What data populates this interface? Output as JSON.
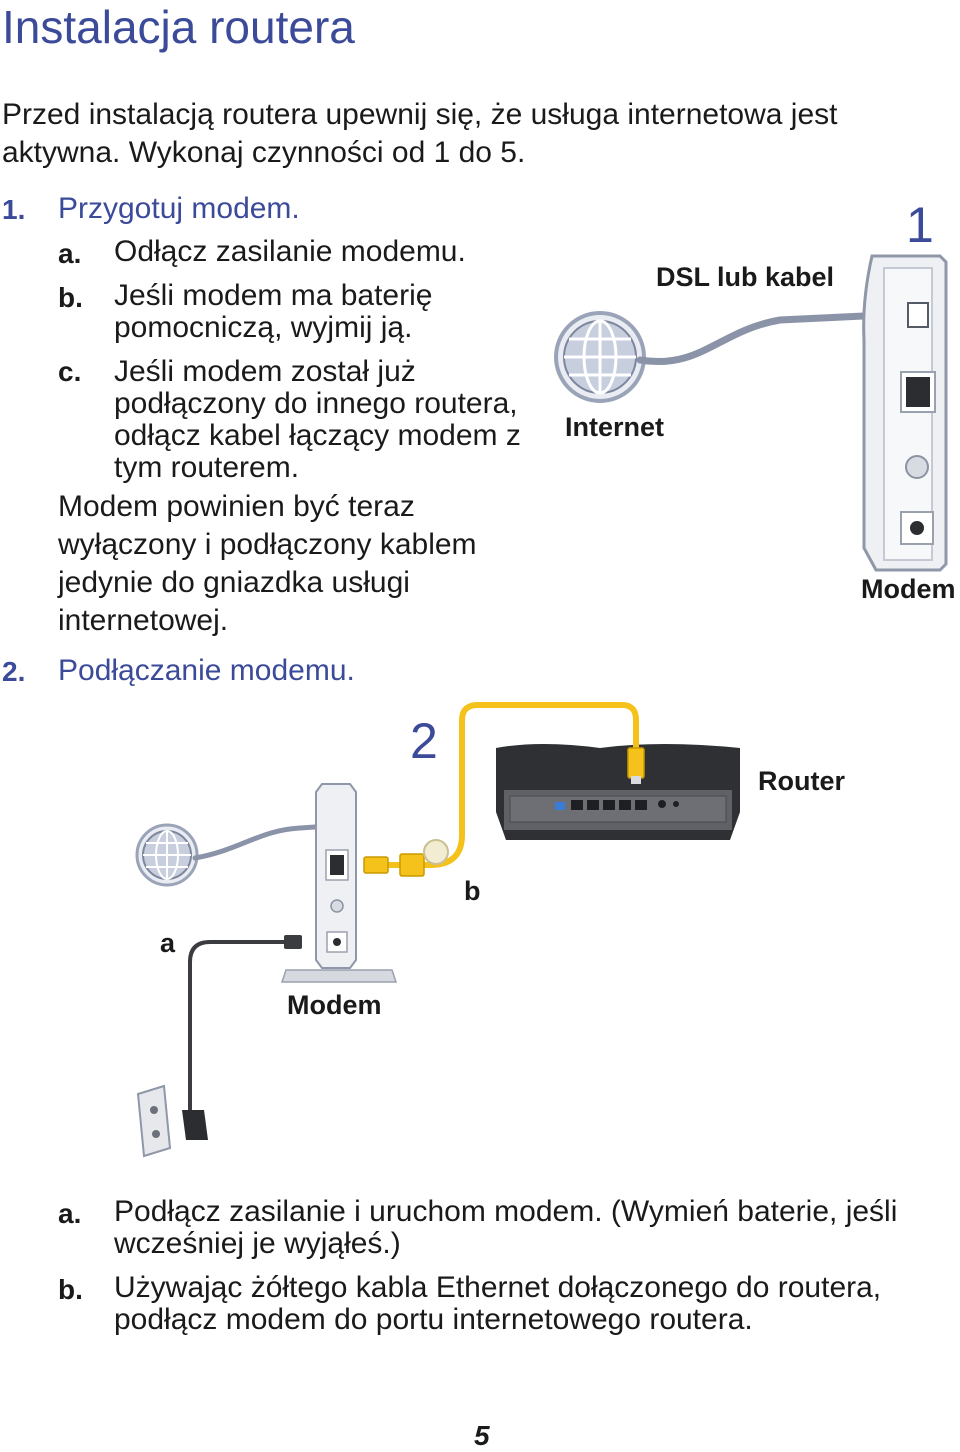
{
  "title": "Instalacja routera",
  "intro": "Przed instalacją routera upewnij się, że usługa internetowa jest aktywna. Wykonaj czynności od 1 do 5.",
  "step1": {
    "number": "1.",
    "title": "Przygotuj modem.",
    "items": [
      {
        "letter": "a.",
        "text": "Odłącz zasilanie modemu."
      },
      {
        "letter": "b.",
        "text": "Jeśli modem ma baterię pomocniczą, wyjmij ją."
      },
      {
        "letter": "c.",
        "text": "Jeśli modem został już podłączony do innego routera, odłącz kabel łączący modem z tym routerem."
      }
    ],
    "note": "Modem powinien być teraz wyłączony i podłączony kablem jedynie do gniazdka usługi internetowej."
  },
  "step2": {
    "number": "2.",
    "title": "Podłączanie modemu.",
    "items": [
      {
        "letter": "a.",
        "text": "Podłącz zasilanie i uruchom modem. (Wymień baterie, jeśli wcześniej je wyjąłeś.)"
      },
      {
        "letter": "b.",
        "text": "Używając żółtego kabla Ethernet dołączonego do routera, podłącz modem do portu internetowego routera."
      }
    ]
  },
  "diagram1": {
    "number": "1",
    "cable_label": "DSL lub kabel",
    "internet_label": "Internet",
    "modem_label": "Modem"
  },
  "diagram2": {
    "number": "2",
    "router_label": "Router",
    "label_a": "a",
    "label_b": "b",
    "modem_label": "Modem"
  },
  "page_number": "5",
  "colors": {
    "accent": "#3b4a99",
    "cable_yellow": "#f4c21a",
    "cable_gray": "#8a93a8"
  }
}
